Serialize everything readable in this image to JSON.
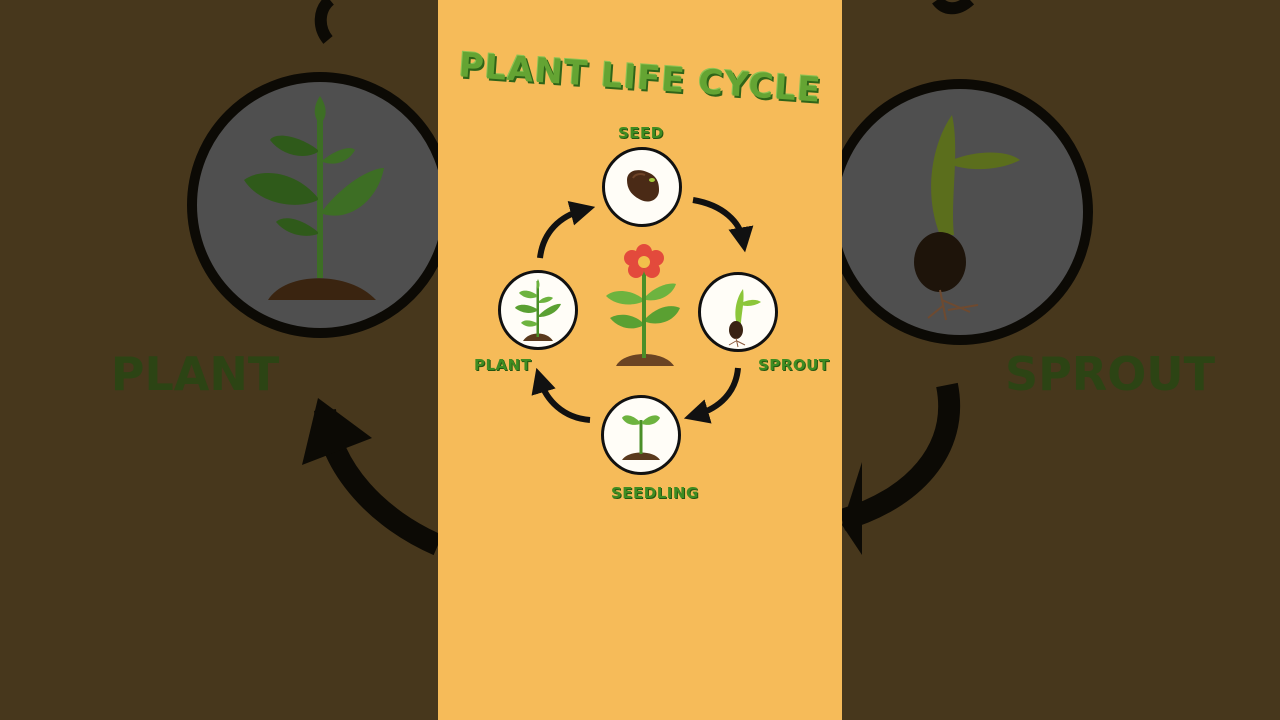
{
  "title": "PLANT LIFE CYCLE",
  "stages": {
    "seed": "SEED",
    "sprout": "SPROUT",
    "seedling": "SEEDLING",
    "plant": "PLANT"
  },
  "background_labels": {
    "left": "PLANT",
    "right": "SPROUT"
  },
  "colors": {
    "panel": "#f6bb59",
    "background": "#47371c",
    "label_green": "#3e8c22",
    "arrow": "#111111"
  }
}
